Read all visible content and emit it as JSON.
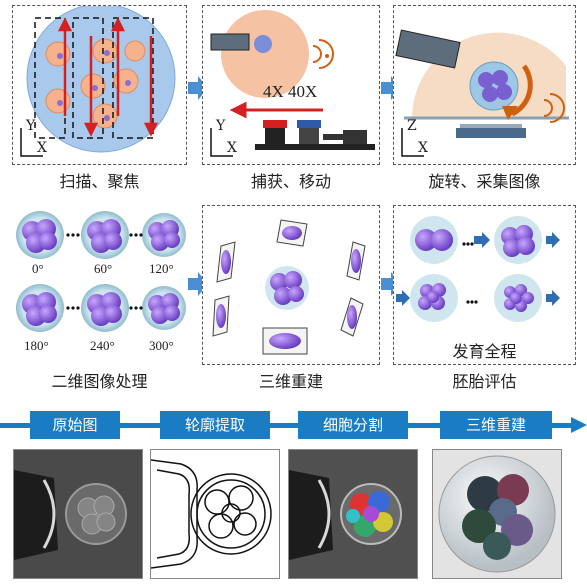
{
  "row1": {
    "scan_caption": "扫描、聚焦",
    "capture_caption": "捕获、移动",
    "rotate_caption": "旋转、采集图像",
    "magnification": "4X 40X"
  },
  "row2": {
    "process_caption": "二维图像处理",
    "reconstruct_caption": "三维重建",
    "evaluate_caption": "胚胎评估",
    "development_label": "发育全程",
    "angles": [
      "0°",
      "60°",
      "120°",
      "180°",
      "240°",
      "300°"
    ]
  },
  "pipeline": {
    "stages": [
      "原始图",
      "轮廓提取",
      "细胞分割",
      "三维重建"
    ]
  },
  "axes": {
    "x": "X",
    "y": "Y",
    "z": "Z"
  },
  "colors": {
    "accent_blue": "#1a7dc4",
    "arrow_red": "#d42020",
    "arrow_orange": "#d06010"
  }
}
